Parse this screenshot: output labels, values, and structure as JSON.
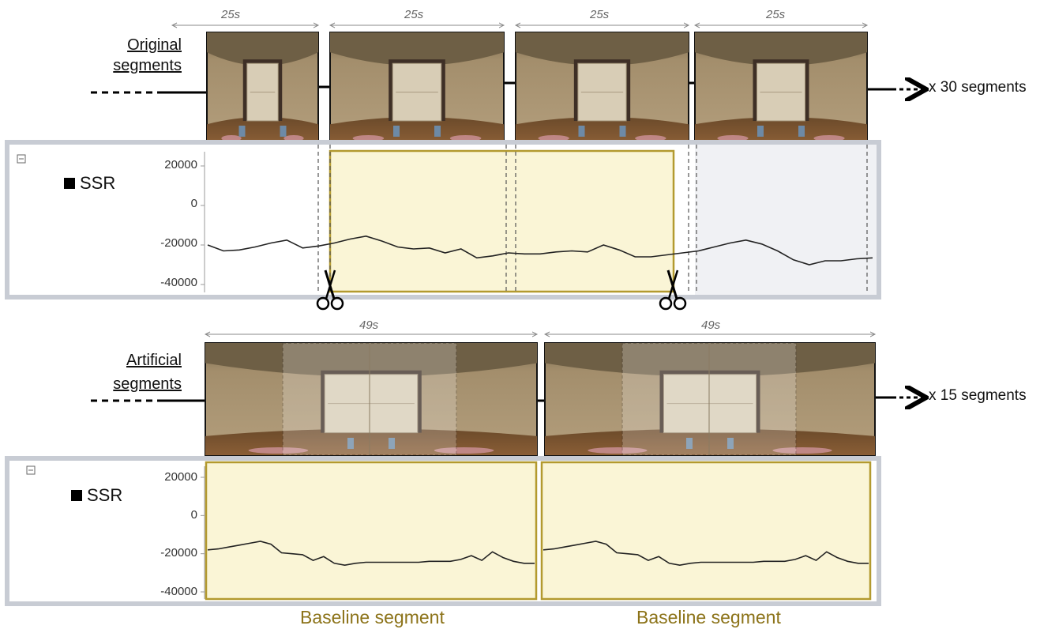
{
  "original": {
    "label_line1": "Original",
    "label_line2": "segments",
    "durations": [
      "25s",
      "25s",
      "25s",
      "25s"
    ],
    "repeat": "x 30 segments"
  },
  "artificial": {
    "label_line1": "Artificial",
    "label_line2": "segments",
    "durations": [
      "49s",
      "49s"
    ],
    "repeat": "x 15 segments"
  },
  "plot_top": {
    "legend": "SSR",
    "yticks": [
      "20000",
      "0",
      "-20000",
      "-40000"
    ],
    "signal": [
      -20000,
      -23000,
      -22500,
      -21000,
      -19000,
      -17500,
      -21500,
      -20500,
      -19000,
      -17000,
      -15500,
      -18000,
      -21000,
      -22000,
      -21500,
      -24000,
      -22000,
      -26500,
      -25500,
      -24000,
      -24500,
      -24500,
      -23500,
      -23000,
      -23500,
      -20000,
      -22500,
      -26000,
      -26000,
      -25000,
      -24000,
      -23000,
      -21000,
      -19000,
      -17500,
      -19500,
      -23000,
      -27500,
      -30000,
      -28000,
      -28000,
      -27000,
      -26500
    ]
  },
  "plot_bottom": {
    "legend": "SSR",
    "yticks": [
      "20000",
      "0",
      "-20000",
      "-40000"
    ],
    "signal": [
      -18000,
      -17500,
      -16500,
      -15500,
      -14500,
      -13500,
      -15000,
      -19500,
      -20000,
      -20500,
      -23500,
      -21500,
      -25000,
      -26000,
      -25000,
      -24500,
      -24500,
      -24500,
      -24500,
      -24500,
      -24500,
      -24000,
      -24000,
      -24000,
      -23000,
      -21000,
      -23500,
      -19000,
      -22000,
      -24000,
      -25000,
      -25000
    ]
  },
  "baseline_labels": [
    "Baseline segment",
    "Baseline segment"
  ],
  "colors": {
    "baseline_fill": "#faf5d6",
    "baseline_border": "#b39a2f",
    "baseline_text": "#8c7319",
    "panel_border": "#c8ccd4",
    "grey_area": "#f0f1f4"
  }
}
